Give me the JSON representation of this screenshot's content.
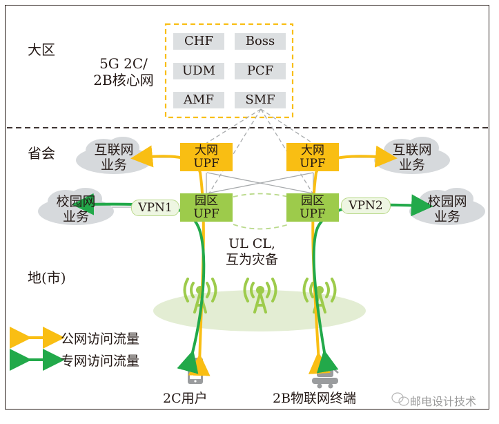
{
  "regions": {
    "region": "大区",
    "province": "省会",
    "city": "地(市)"
  },
  "core": {
    "label_line1": "5G 2C/",
    "label_line2": "2B核心网",
    "functions": [
      "CHF",
      "Boss",
      "UDM",
      "PCF",
      "AMF",
      "SMF"
    ]
  },
  "upf": {
    "left_big": {
      "line1": "大网",
      "line2": "UPF"
    },
    "right_big": {
      "line1": "大网",
      "line2": "UPF"
    },
    "left_park": {
      "line1": "园区",
      "line2": "UPF"
    },
    "right_park": {
      "line1": "园区",
      "line2": "UPF"
    }
  },
  "clouds": {
    "internet_left": {
      "line1": "互联网",
      "line2": "业务"
    },
    "internet_right": {
      "line1": "互联网",
      "line2": "业务"
    },
    "campus_left": {
      "line1": "校园网",
      "line2": "业务"
    },
    "campus_right": {
      "line1": "校园网",
      "line2": "业务"
    }
  },
  "vpn": {
    "left": "VPN1",
    "right": "VPN2"
  },
  "ulcl": {
    "line1": "UL CL,",
    "line2": "互为灾备"
  },
  "terminals": {
    "user_2c": "2C用户",
    "iot_2b": "2B物联网终端"
  },
  "legend": {
    "public": {
      "label": "公网访问流量",
      "color": "#f9be13"
    },
    "private": {
      "label": "专网访问流量",
      "color": "#22a94a"
    }
  },
  "watermark": "邮电设计技术",
  "colors": {
    "core_border": "#f9be13",
    "big_upf": "#f9be13",
    "park_upf": "#9dcb4b",
    "cloud": "#d6d9dc",
    "antenna": "#9dcb4b",
    "coverage": "#e3edd3"
  }
}
